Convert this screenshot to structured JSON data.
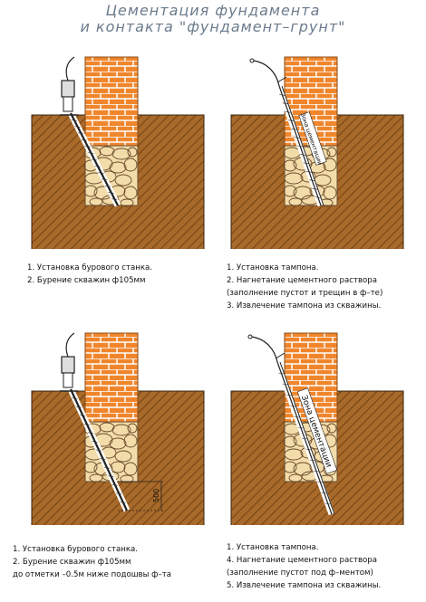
{
  "title": {
    "line1": "Цементация фундамента",
    "line2": "и контакта \"фундамент–грунт\""
  },
  "panels": [
    {
      "id": "top-left",
      "caption": [
        "1.  Установка бурового станка.",
        "2.  Бурение скважин ф105мм"
      ]
    },
    {
      "id": "top-right",
      "caption": [
        "1.  Установка тампона.",
        "2.  Нагнетание цементного раствора",
        "(заполнение пустот и трещин в ф–те)",
        "3.  Извлечение тампона из скважины."
      ],
      "zone_label": "Зона цементации"
    },
    {
      "id": "bottom-left",
      "caption": [
        "1.  Установка бурового станка.",
        "2.  Бурение скважин ф105мм",
        "до отметки –0.5м ниже подошвы ф–та"
      ],
      "dimension_label": "500"
    },
    {
      "id": "bottom-right",
      "caption": [
        "1.  Установка тампона.",
        "4.  Нагнетание цементного раствора",
        "(заполнение пустот под ф–ментом)",
        "5.  Извлечение тампона из скважины."
      ],
      "zone_label": "Зона цементации"
    }
  ],
  "colors": {
    "soil": "#a86a2a",
    "soil_hatch": "#7a4714",
    "brick": "#f0862c",
    "brick_mortar": "#ffffff",
    "rubble": "#f2dcaa",
    "rubble_outline": "#6a4a2a",
    "title": "#6b7b8c"
  }
}
